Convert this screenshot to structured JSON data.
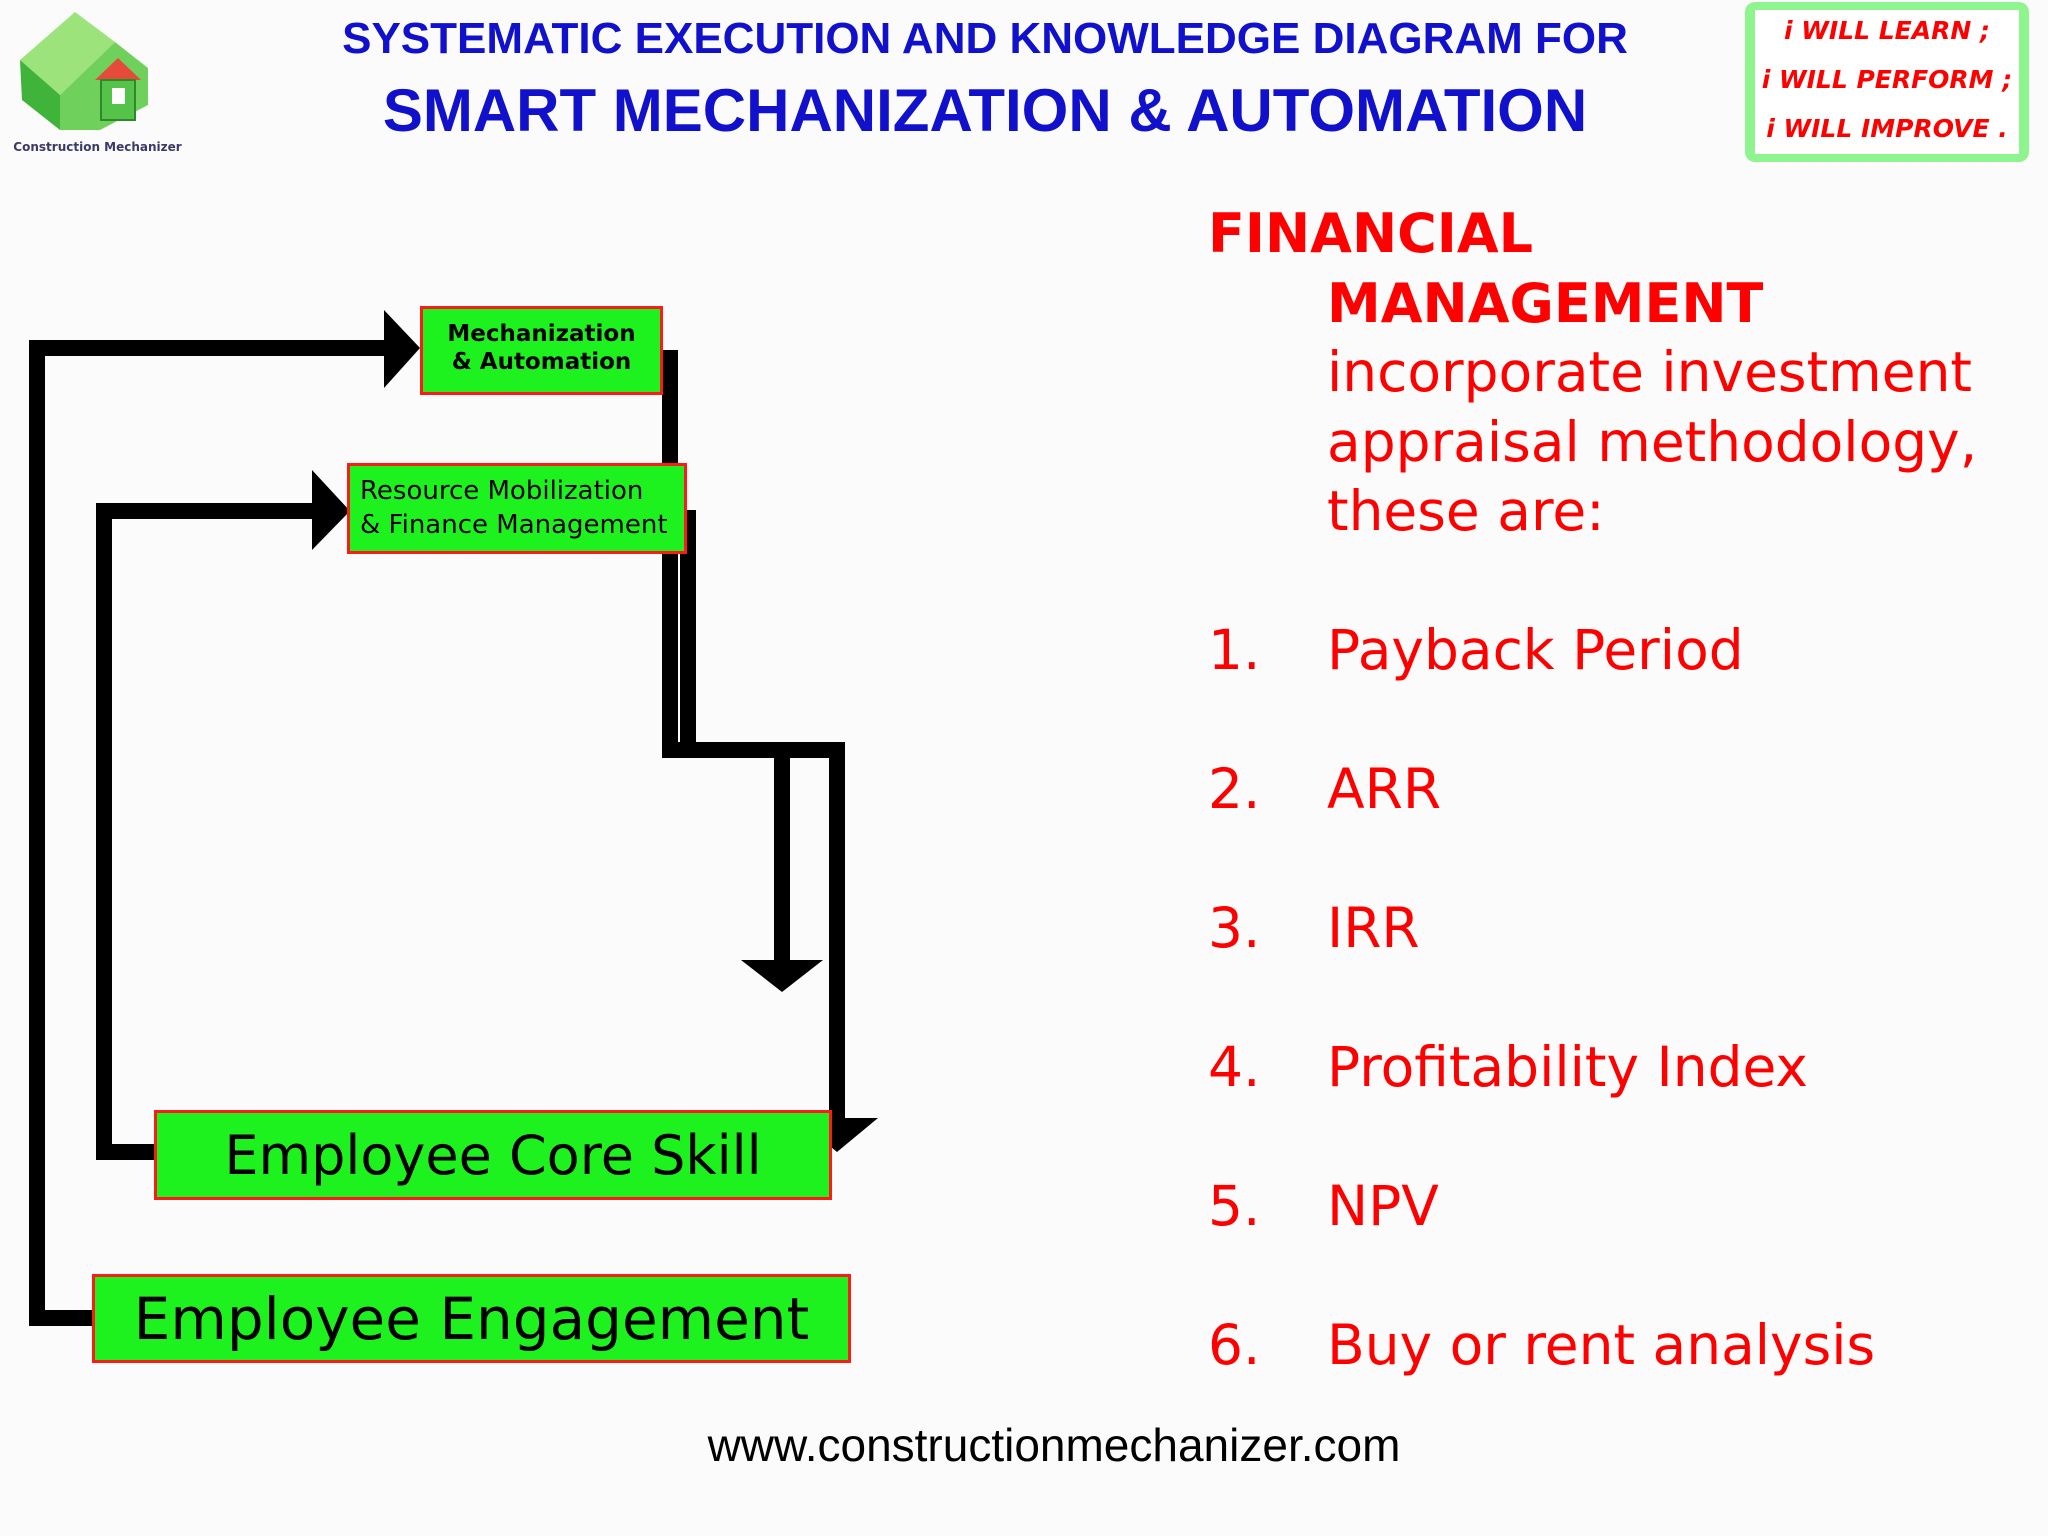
{
  "logo": {
    "caption": "Construction Mechanizer",
    "icon": "house-cube-logo-icon"
  },
  "header": {
    "line1": "SYSTEMATIC EXECUTION AND KNOWLEDGE DIAGRAM FOR",
    "line2": "SMART MECHANIZATION & AUTOMATION"
  },
  "motto": {
    "lines": [
      "i WILL LEARN ;",
      "i WILL PERFORM ;",
      "i WILL IMPROVE ."
    ]
  },
  "diagram": {
    "boxes": {
      "mechanization": [
        "Mechanization",
        "& Automation"
      ],
      "resource": [
        "Resource Mobilization",
        "& Finance Management"
      ],
      "core_skill": "Employee Core Skill",
      "engagement": "Employee Engagement"
    },
    "colors": {
      "box_fill": "#1ef21e",
      "box_border": "#ff1a1a",
      "arrow": "#000000"
    }
  },
  "financial": {
    "heading_line1": "FINANCIAL",
    "heading_line2": "MANAGEMENT",
    "description": [
      "incorporate investment",
      "appraisal methodology,",
      "these are:"
    ],
    "items": [
      {
        "num": "1.",
        "label": "Payback Period"
      },
      {
        "num": "2.",
        "label": "ARR"
      },
      {
        "num": "3.",
        "label": "IRR"
      },
      {
        "num": "4.",
        "label": "Profitability Index"
      },
      {
        "num": "5.",
        "label": "NPV"
      },
      {
        "num": "6.",
        "label": "Buy or rent analysis"
      }
    ],
    "color": "#ff0000"
  },
  "footer": {
    "url": "www.constructionmechanizer.com"
  }
}
